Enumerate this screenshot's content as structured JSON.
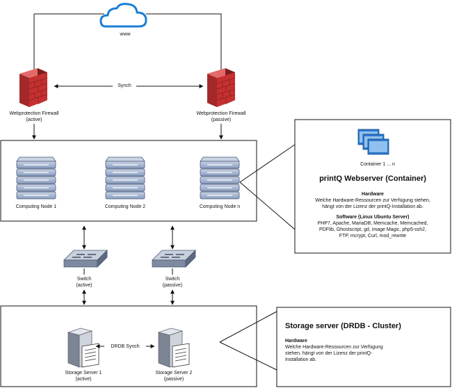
{
  "cloud": {
    "label": "www"
  },
  "synch_label": "Synch",
  "firewalls": [
    {
      "line1": "Webprotection Firewall",
      "line2": "(active)"
    },
    {
      "line1": "Webprotection Firewall",
      "line2": "(passive)"
    }
  ],
  "computing_nodes": [
    {
      "label": "Computing Node 1"
    },
    {
      "label": "Computing Node 2"
    },
    {
      "label": "Computing Node n"
    }
  ],
  "switches": [
    {
      "line1": "Switch",
      "line2": "(active)"
    },
    {
      "line1": "Switch",
      "line2": "(passive)"
    }
  ],
  "storage_servers": [
    {
      "line1": "Storage Server 1",
      "line2": "(active)"
    },
    {
      "line1": "Storage Server 2",
      "line2": "(passive)"
    }
  ],
  "drbd_label": "DRDB Synch",
  "webserver_callout": {
    "container_label": "Container 1 ... n",
    "title": "printQ Webserver (Container)",
    "hardware_heading": "Hardware",
    "hardware_line1": "Welche Hardware-Ressourcen zur Verfügung stehen,",
    "hardware_line2": "hängt von der Lizenz der printQ-Installation ab.",
    "software_heading": "Software (Linux Ubuntu Server)",
    "software_line1": "PHP7, Apache, MariaDB, Memcache, Memcached,",
    "software_line2": "PDFlib, Ghostscript, gd, image Magic, php5-ssh2,",
    "software_line3": "FTP, mcrypt, Curl, mod_rewrite"
  },
  "storage_callout": {
    "title": "Storage server (DRDB - Cluster)",
    "hardware_heading": "Hardware",
    "hardware_line1": "Welche Hardware-Ressourcen zur Verfügung",
    "hardware_line2": "stehen, hängt von der Lizenz der printQ-",
    "hardware_line3": "Installation ab."
  },
  "colors": {
    "cloud": "#1a7fd6",
    "firewall_red": "#c53030",
    "firewall_dark": "#7a1e1e",
    "server_fill": "#8fa3c4",
    "server_dark": "#4a5a78",
    "switch_fill": "#9aa7bd",
    "container_fill": "#2a78c9",
    "storage_fill": "#b8bfcc"
  }
}
